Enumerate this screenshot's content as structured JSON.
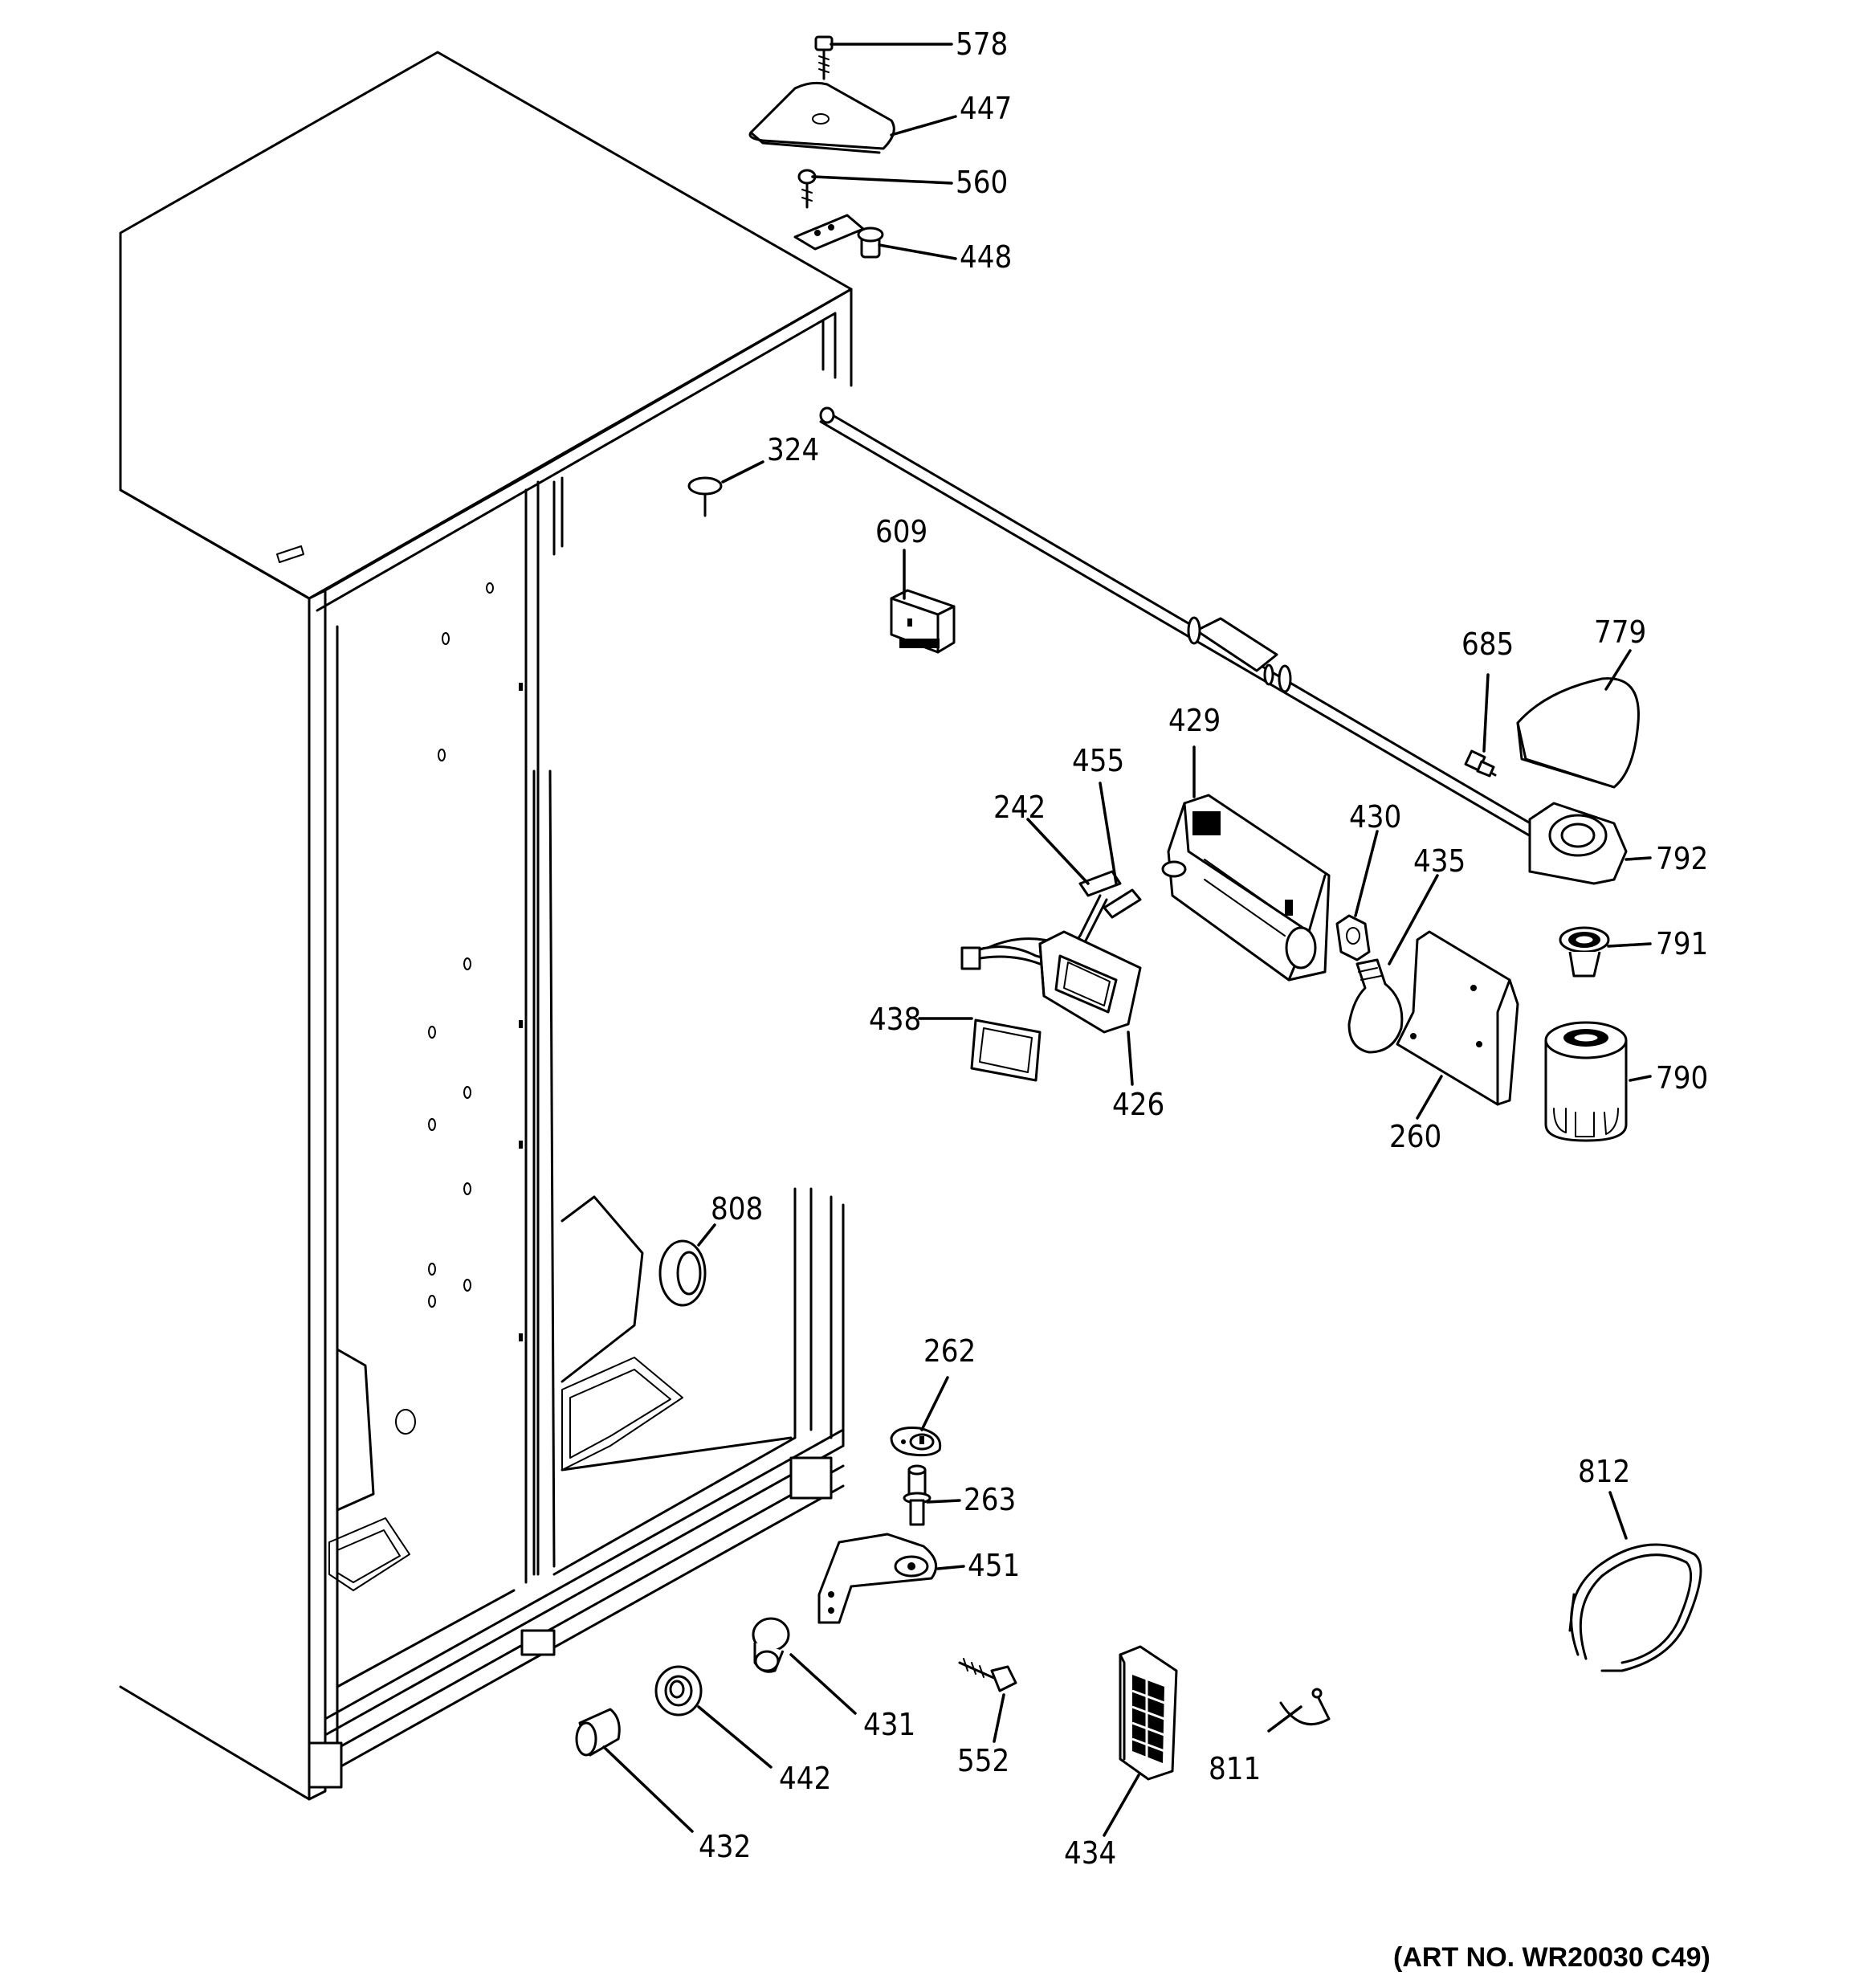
{
  "diagram": {
    "art_number": "(ART NO. WR20030 C49)",
    "parts": [
      {
        "id": "578"
      },
      {
        "id": "447"
      },
      {
        "id": "560"
      },
      {
        "id": "448"
      },
      {
        "id": "324"
      },
      {
        "id": "609"
      },
      {
        "id": "685"
      },
      {
        "id": "779"
      },
      {
        "id": "429"
      },
      {
        "id": "455"
      },
      {
        "id": "242"
      },
      {
        "id": "430"
      },
      {
        "id": "435"
      },
      {
        "id": "792"
      },
      {
        "id": "791"
      },
      {
        "id": "438"
      },
      {
        "id": "426"
      },
      {
        "id": "260"
      },
      {
        "id": "790"
      },
      {
        "id": "808"
      },
      {
        "id": "262"
      },
      {
        "id": "263"
      },
      {
        "id": "451"
      },
      {
        "id": "812"
      },
      {
        "id": "431"
      },
      {
        "id": "442"
      },
      {
        "id": "432"
      },
      {
        "id": "552"
      },
      {
        "id": "434"
      },
      {
        "id": "811"
      }
    ]
  }
}
